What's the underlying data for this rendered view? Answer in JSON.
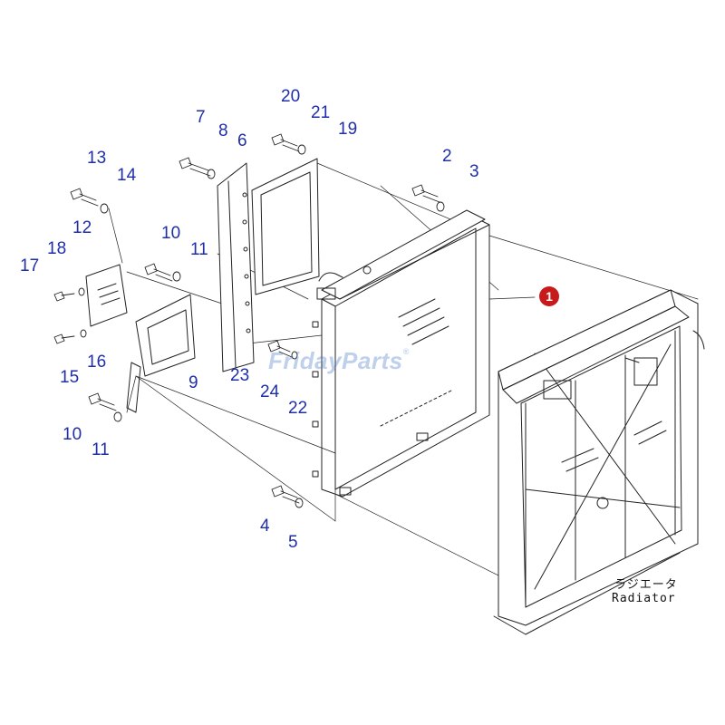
{
  "callouts": {
    "c1": "1",
    "c2": "2",
    "c3": "3",
    "c4": "4",
    "c5": "5",
    "c6": "6",
    "c7": "7",
    "c8": "8",
    "c9": "9",
    "c10a": "10",
    "c10b": "10",
    "c11a": "11",
    "c11b": "11",
    "c12": "12",
    "c13": "13",
    "c14": "14",
    "c15": "15",
    "c16": "16",
    "c17": "17",
    "c18": "18",
    "c19": "19",
    "c20": "20",
    "c21": "21",
    "c22": "22",
    "c23": "23",
    "c24": "24"
  },
  "radiator_label_jp": "ラジエータ",
  "radiator_label_en": "Radiator",
  "watermark": {
    "text": "FridayParts",
    "mark": "®"
  },
  "colors": {
    "callout": "#1f2fa8",
    "marker": "#c71a1a",
    "line": "#222222",
    "watermark": "#4678c8"
  }
}
